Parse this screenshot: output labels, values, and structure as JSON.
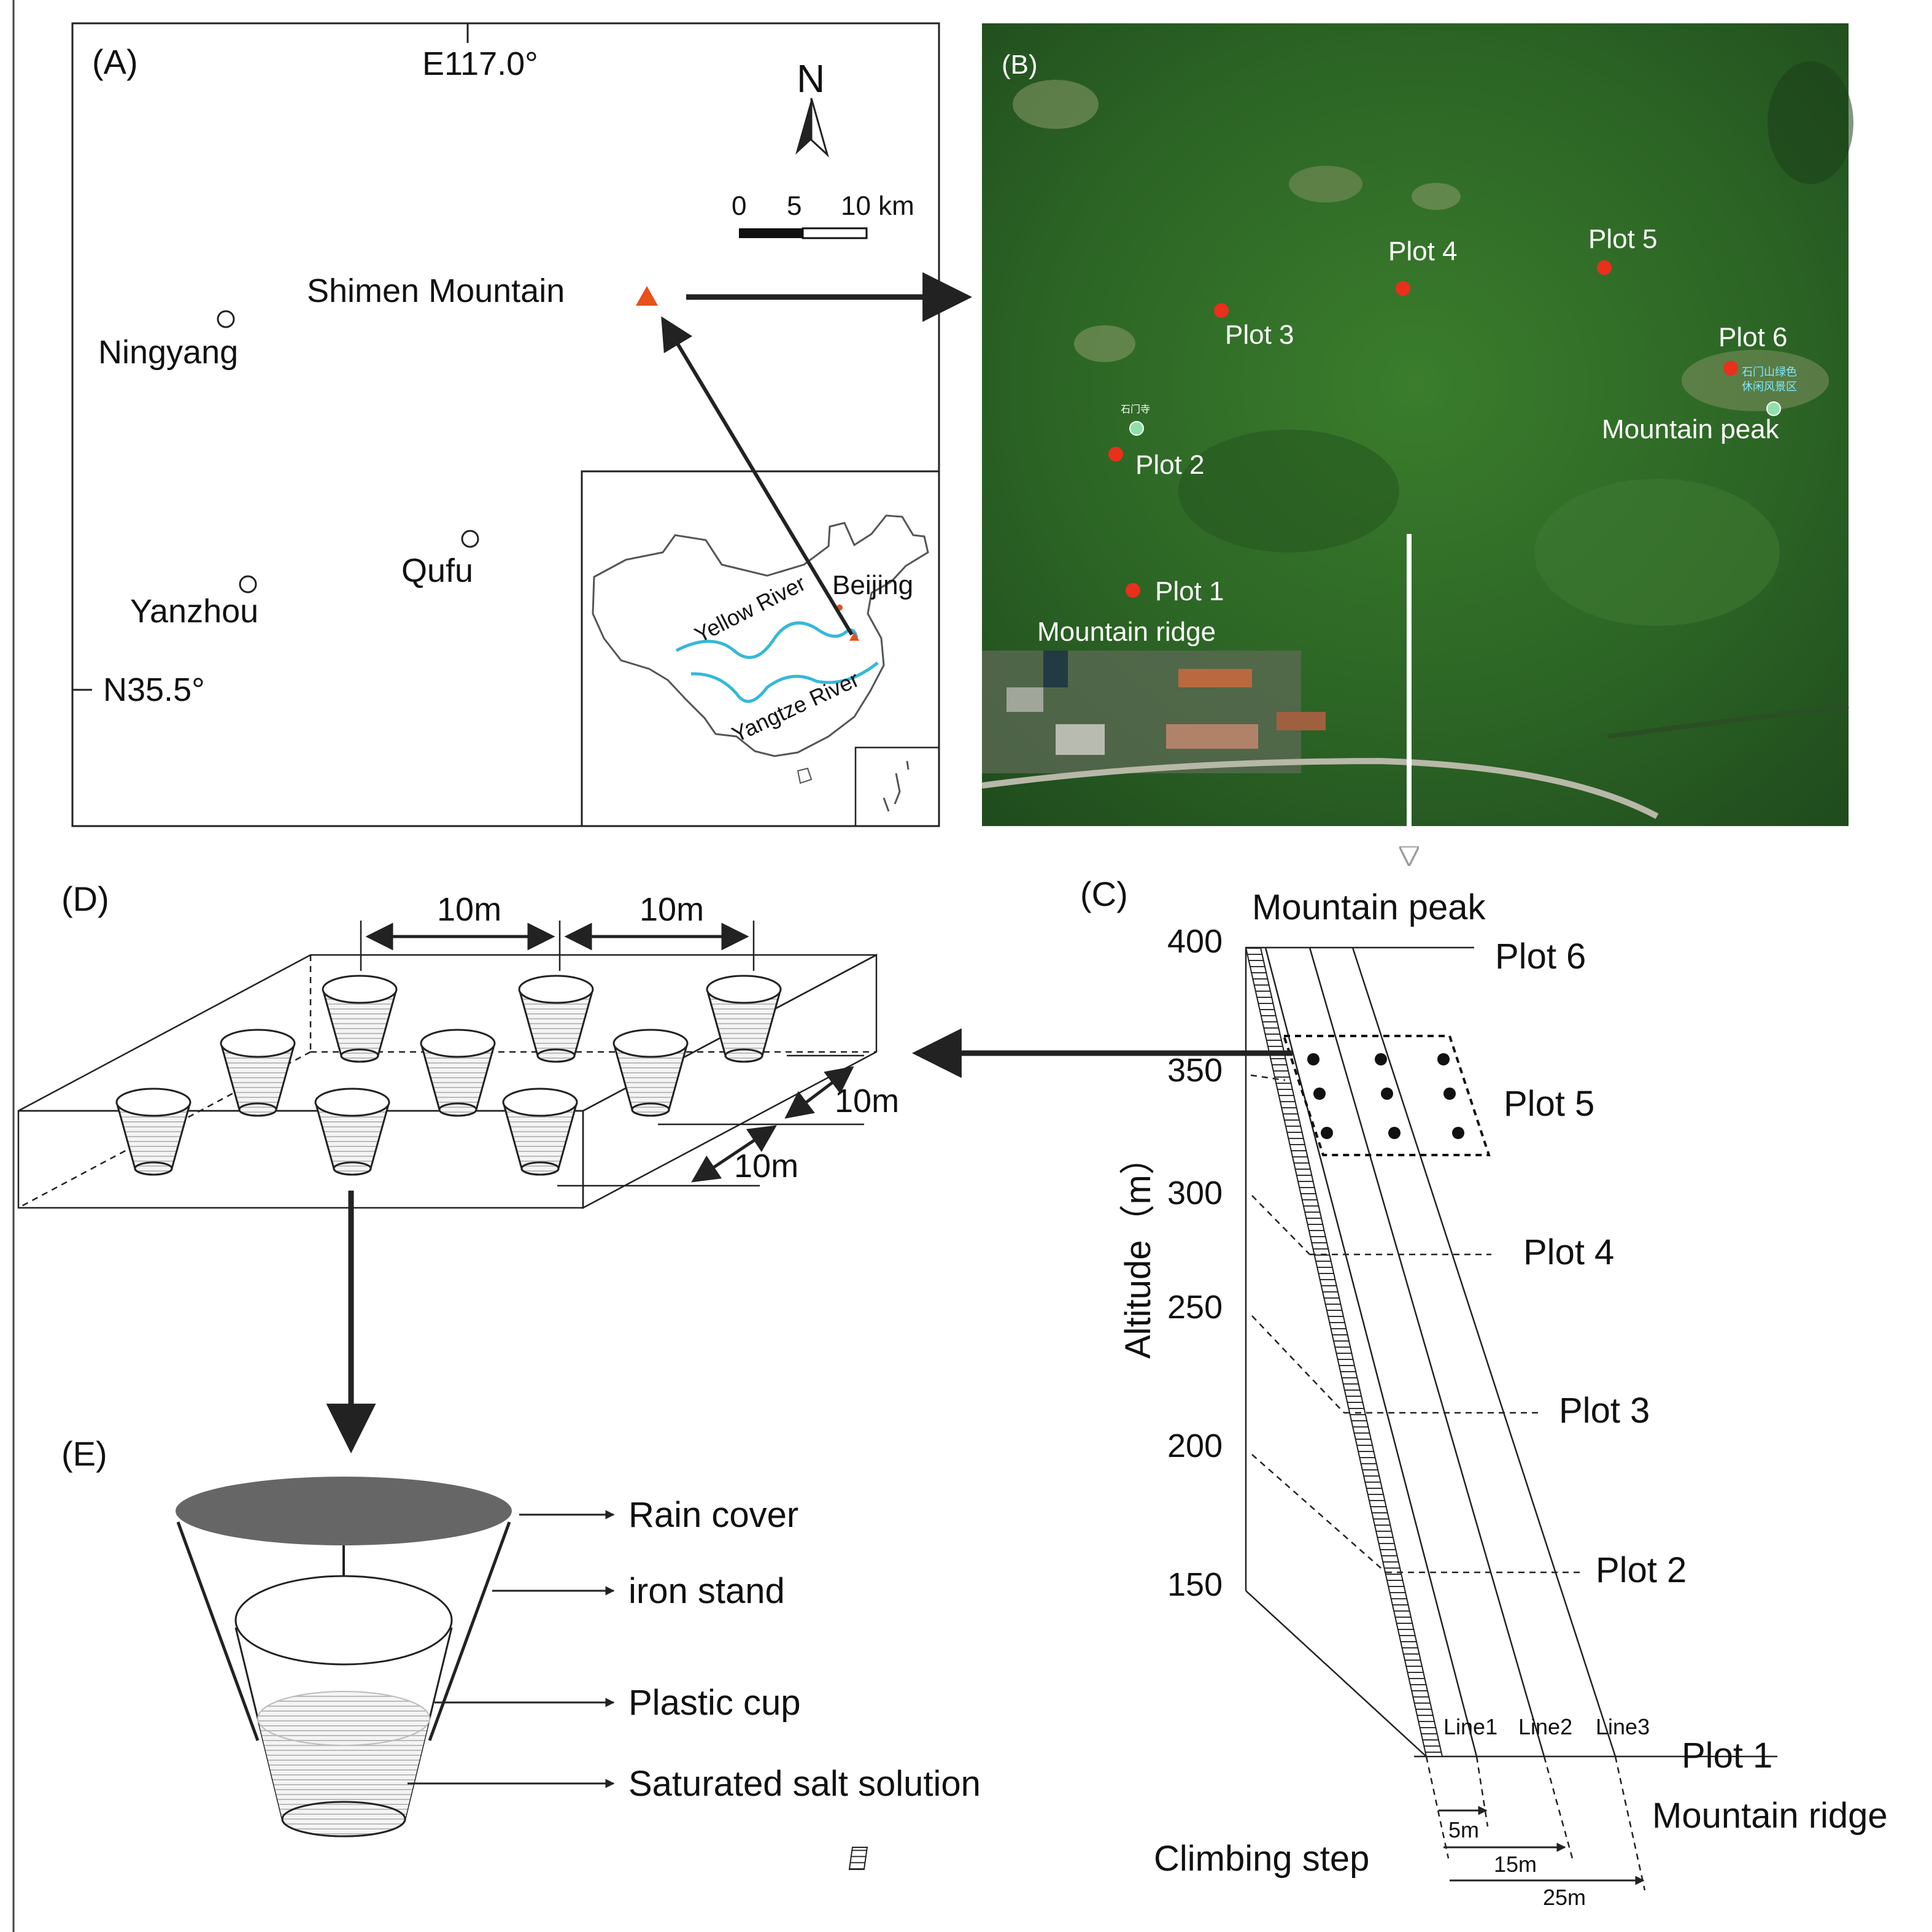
{
  "panel_labels": {
    "a": "(A)",
    "b": "(B)",
    "c": "(C)",
    "d": "(D)",
    "e": "(E)"
  },
  "map": {
    "longitude_label": "E117.0°",
    "latitude_label": "N35.5°",
    "north_label": "N",
    "scale_ticks": [
      "0",
      "5",
      "10 km"
    ],
    "site_label": "Shimen Mountain",
    "cities": [
      "Ningyang",
      "Qufu",
      "Yanzhou"
    ],
    "inset_labels": {
      "capital": "Beijing",
      "river1": "Yellow River",
      "river2": "Yangtze River"
    },
    "colors": {
      "river": "#35b8d8",
      "site_marker": "#e8501c"
    }
  },
  "satellite": {
    "plots": [
      "Plot 1",
      "Plot 2",
      "Plot 3",
      "Plot 4",
      "Plot 5",
      "Plot 6"
    ],
    "peak_label": "Mountain peak",
    "ridge_label": "Mountain ridge",
    "poi_small_1": "石门寺",
    "poi_small_2": "石门山绿色",
    "poi_small_3": "休闲风景区",
    "colors": {
      "plot_marker": "#e8301c",
      "vegetation": "#2f6a25"
    }
  },
  "profile": {
    "peak_label": "Mountain peak",
    "ridge_label": "Mountain ridge",
    "y_axis_label": "Altitude（m）",
    "y_ticks": [
      "400",
      "350",
      "300",
      "250",
      "200",
      "150"
    ],
    "plots": [
      "Plot 6",
      "Plot 5",
      "Plot 4",
      "Plot 3",
      "Plot 2",
      "Plot 1"
    ],
    "lines": [
      "Line1",
      "Line2",
      "Line3"
    ],
    "distances": [
      "5m",
      "15m",
      "25m"
    ],
    "legend_label": "Climbing step"
  },
  "plot_layout": {
    "spacing_top_1": "10m",
    "spacing_top_2": "10m",
    "spacing_side_1": "10m",
    "spacing_side_2": "10m"
  },
  "collector": {
    "parts": [
      "Rain cover",
      "iron stand",
      "Plastic cup",
      "Saturated salt solution"
    ],
    "colors": {
      "cover": "#666666"
    }
  }
}
